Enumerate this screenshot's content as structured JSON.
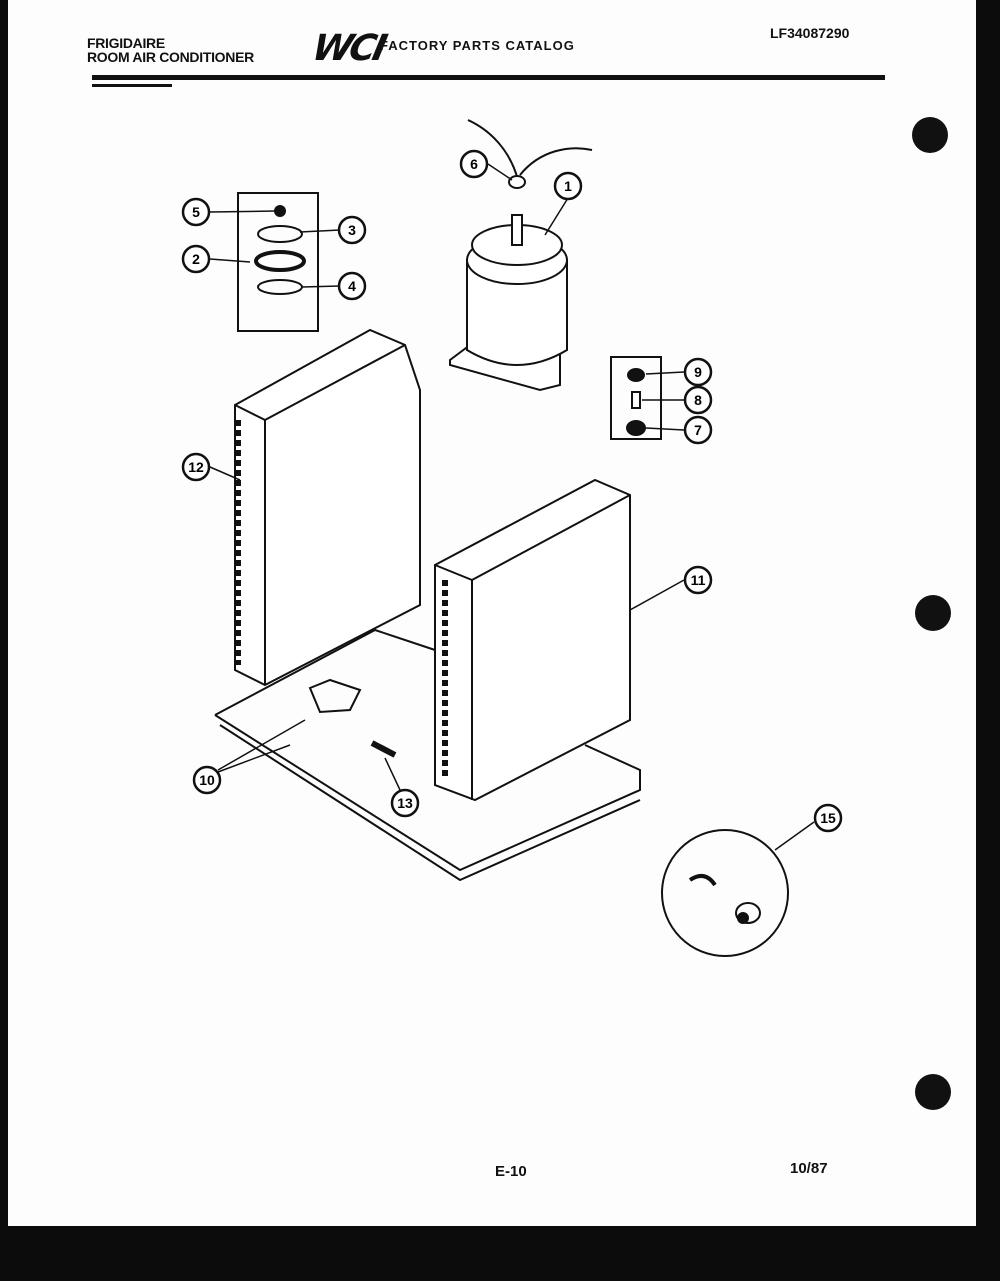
{
  "header": {
    "brand": "FRIGIDAIRE",
    "product": "ROOM AIR CONDITIONER",
    "logo": "WCI",
    "catalog_title": "FACTORY PARTS CATALOG",
    "model_number": "LF34087290"
  },
  "footer": {
    "page_number": "E-10",
    "date": "10/87"
  },
  "callouts": [
    "1",
    "2",
    "3",
    "4",
    "5",
    "6",
    "7",
    "8",
    "9",
    "10",
    "11",
    "12",
    "13",
    "15"
  ],
  "parts": [
    {
      "name": "compressor"
    },
    {
      "name": "mounting-kit"
    },
    {
      "name": "condenser-coil"
    },
    {
      "name": "evaporator-coil"
    },
    {
      "name": "base-pan"
    },
    {
      "name": "capacitor-detail"
    }
  ]
}
